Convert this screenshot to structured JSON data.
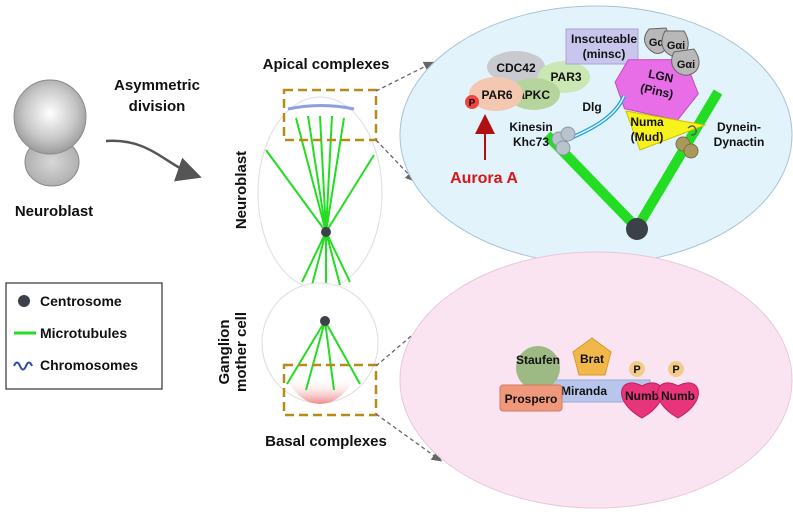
{
  "left": {
    "process_label_line1": "Asymmetric",
    "process_label_line2": "division",
    "cell_label": "Neuroblast"
  },
  "legend": {
    "centrosome": "Centrosome",
    "microtubules": "Microtubules",
    "chromosomes": "Chromosomes"
  },
  "middle": {
    "apical_title": "Apical complexes",
    "basal_title": "Basal complexes",
    "upper_cell_label": "Neuroblast",
    "lower_cell_label_line1": "Ganglion",
    "lower_cell_label_line2": "mother cell"
  },
  "apical": {
    "cdc42": "CDC42",
    "par6": "PAR6",
    "apkc": "aPKC",
    "par3": "PAR3",
    "p": "P",
    "inscuteable_line1": "Inscuteable",
    "inscuteable_line2": "(minsc)",
    "gai_1": "Gαi",
    "gai_2": "Gαi",
    "gai_3": "Gαi",
    "lgn_line1": "LGN",
    "lgn_line2": "(Pins)",
    "dlg": "Dlg",
    "numa_line1": "Numa",
    "numa_line2": "(Mud)",
    "kinesin_line1": "Kinesin",
    "kinesin_line2": "Khc73",
    "dynein_line1": "Dynein-",
    "dynein_line2": "Dynactin",
    "aurora": "Aurora A"
  },
  "basal": {
    "staufen": "Staufen",
    "brat": "Brat",
    "prospero": "Prospero",
    "miranda": "Miranda",
    "numb_1": "Numb",
    "numb_2": "Numb",
    "p_1": "P",
    "p_2": "P"
  },
  "colors": {
    "apical_ellipse": "#e3f3fc",
    "basal_ellipse": "#fbe4f1",
    "microtubule": "#22dd22",
    "centrosome": "#3c4048",
    "dashed_box": "#b88a1a",
    "aurora": "#d81616",
    "lgn": "#e86ee8",
    "numa": "#f8f21c",
    "numb": "#e8347a",
    "miranda": "#b8c6ec",
    "prospero": "#f0987c",
    "staufen": "#9dba84",
    "brat": "#f1b74a"
  }
}
